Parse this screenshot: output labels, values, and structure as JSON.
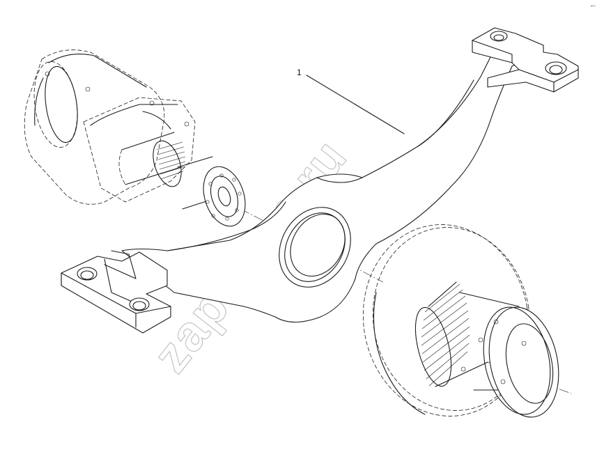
{
  "diagram": {
    "callouts": [
      {
        "id": "1",
        "label": "1"
      }
    ],
    "corner_mark": "⌐‒",
    "watermark": "zap-kam.ru"
  }
}
